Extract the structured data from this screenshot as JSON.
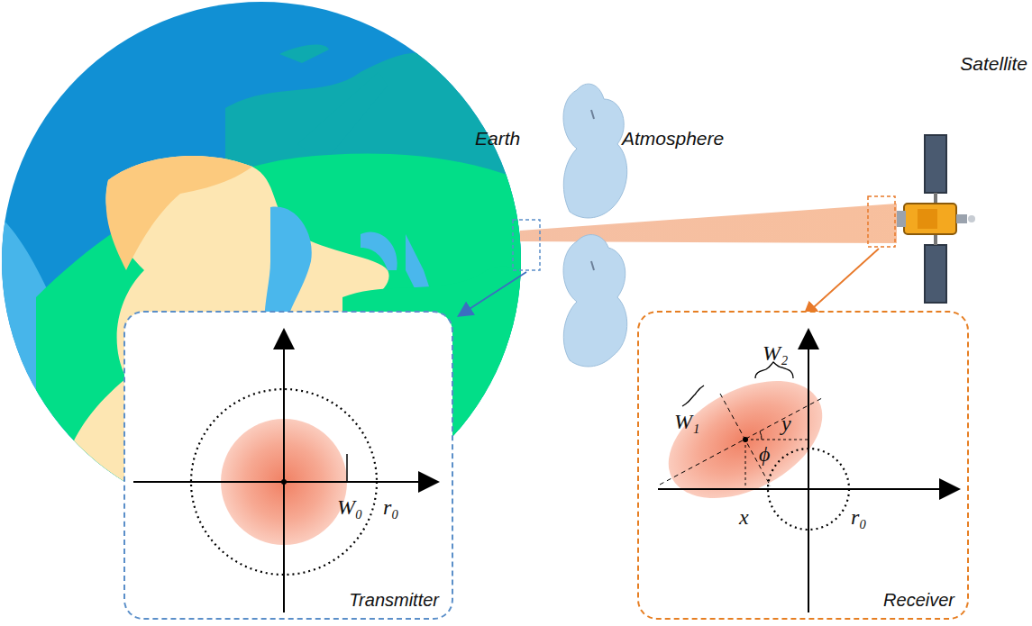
{
  "diagram": {
    "nodes": [
      {
        "text": [
          "Transmitter"
        ]
      },
      {
        "text": [
          "Receiver"
        ]
      }
    ],
    "labels": [
      "Earth",
      "Atmosphere",
      "Satellite",
      "W₀",
      "r₀",
      "W₁",
      "W₂",
      "y",
      "ϕ",
      "x",
      "r₀"
    ]
  }
}
